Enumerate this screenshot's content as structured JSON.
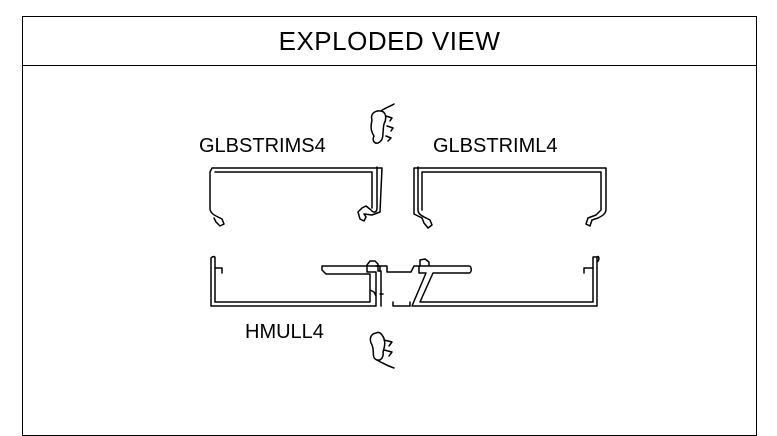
{
  "title": "EXPLODED VIEW",
  "labels": {
    "short_trim": "GLBSTRIMS4",
    "long_trim": "GLBSTRIML4",
    "mullion": "HMULL4"
  },
  "colors": {
    "line": "#000000",
    "background": "#ffffff"
  }
}
